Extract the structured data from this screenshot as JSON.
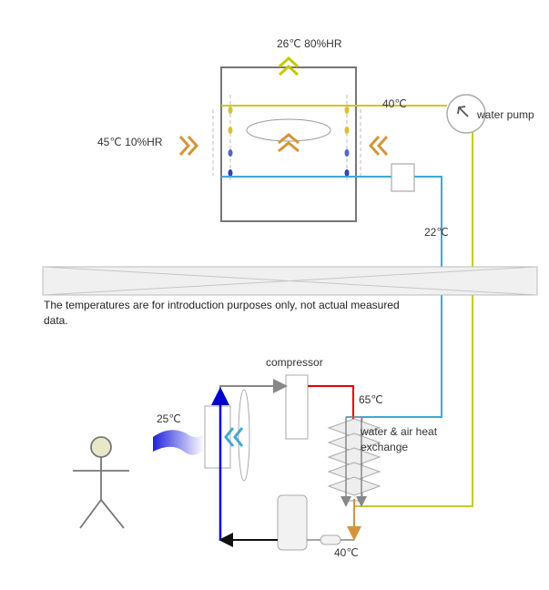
{
  "labels": {
    "top_output": "26℃ 80%HR",
    "left_input": "45℃ 10%HR",
    "hot_pipe_temp": "40℃",
    "water_pump": "water pump",
    "return_temp": "22℃",
    "note": "The temperatures are for introduction purposes only, not actual measured data.",
    "compressor": "compressor",
    "discharge_temp": "65℃",
    "ambient_temp": "25℃",
    "heat_exchange_line1": "water & air heat",
    "heat_exchange_line2": "exchange",
    "bottom_temp": "40℃"
  },
  "colors": {
    "hot_water": "#c8c832",
    "cold_water": "#3fa9d6",
    "refrigerant_hot": "#e60000",
    "refrigerant_blue": "#0000cc",
    "refrigerant_low": "#333333",
    "chevron_orange": "#d4953a",
    "chevron_top": "#c8c800",
    "chevron_blue": "#3fa9d6",
    "liquid_line": "#d4953a"
  },
  "icons": {
    "pump": "pump-arrow-icon",
    "person": "person-icon",
    "air_wave": "air-wave-icon"
  }
}
